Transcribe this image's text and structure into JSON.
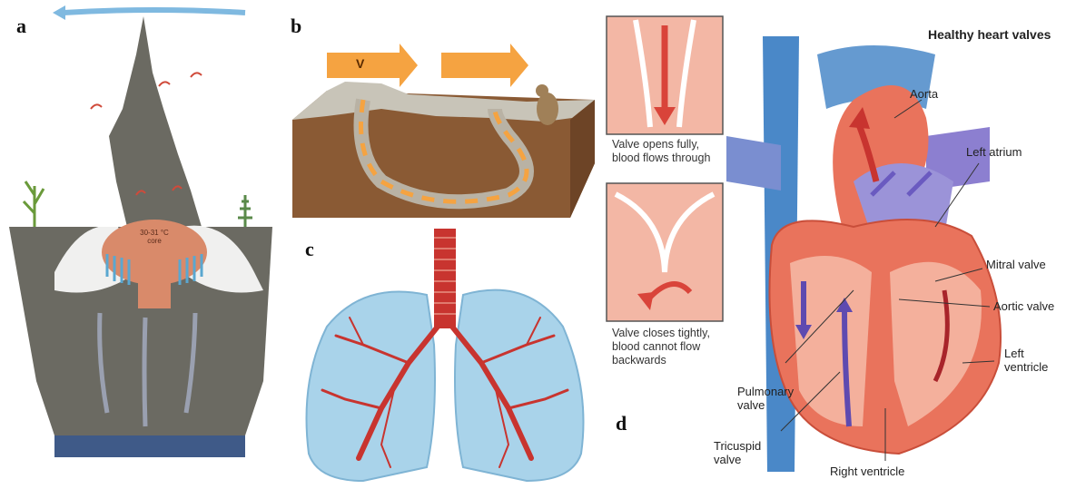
{
  "panels": {
    "a": {
      "letter": "a",
      "core_label": "30-31 °C\ncore"
    },
    "b": {
      "letter": "b",
      "arrow_label": "V"
    },
    "c": {
      "letter": "c"
    },
    "d": {
      "letter": "d",
      "title": "Healthy heart valves",
      "caption_open": "Valve opens fully,\nblood flows through",
      "caption_close": "Valve closes tightly,\nblood cannot flow\nbackwards",
      "labels": {
        "aorta": "Aorta",
        "left_atrium": "Left atrium",
        "mitral_valve": "Mitral valve",
        "aortic_valve": "Aortic valve",
        "left_ventricle": "Left\nventricle",
        "pulmonary_valve": "Pulmonary\nvalve",
        "tricuspid_valve": "Tricuspid\nvalve",
        "right_ventricle": "Right ventricle"
      }
    }
  },
  "colors": {
    "mound": "#6b6a62",
    "soil": "#8a5a34",
    "orange_arrow": "#f5a341",
    "lung_fill": "#a9d3ea",
    "airway": "#c8342f",
    "heart": "#e9735c",
    "vein_blue": "#4a88c8",
    "artery_purple": "#7a6ac4"
  }
}
